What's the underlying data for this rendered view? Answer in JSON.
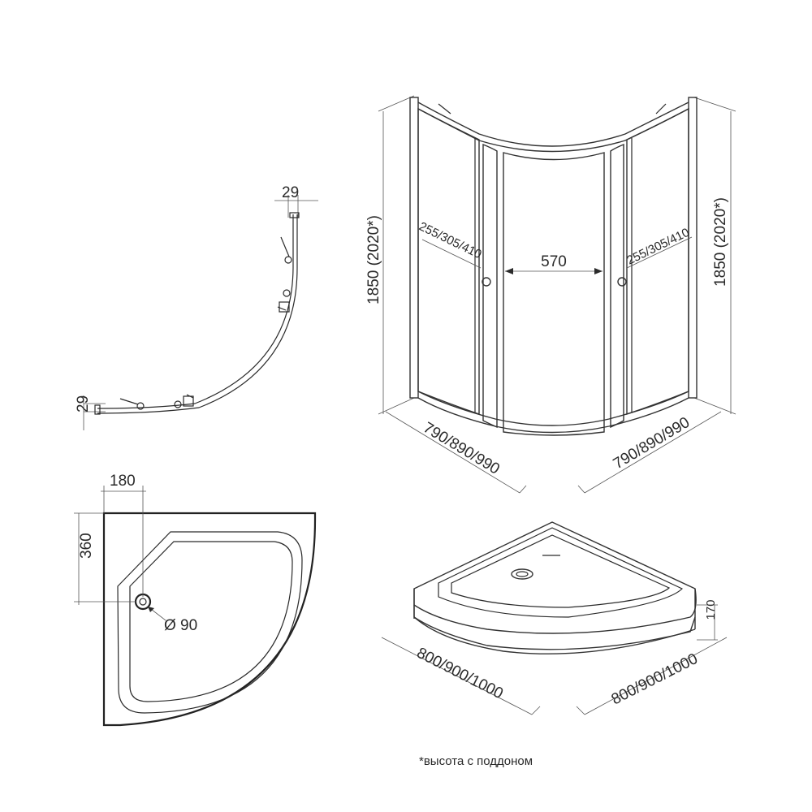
{
  "top_view": {
    "profile_width": "29",
    "profile_depth": "29"
  },
  "cabin_view": {
    "height_left": "1850  (2020*)",
    "height_right": "1850  (2020*)",
    "door_left": "255/305/410",
    "door_right": "255/305/410",
    "center_opening": "570",
    "width_left": "790/890/990",
    "width_right": "790/890/990"
  },
  "tray_plan": {
    "drain_offset_x": "180",
    "drain_offset_y": "360",
    "drain_diameter": "Ø 90"
  },
  "tray_3d": {
    "height": "170",
    "width_left": "800/900/1000",
    "width_right": "800/900/1000"
  },
  "footnote": "*высота с поддоном"
}
